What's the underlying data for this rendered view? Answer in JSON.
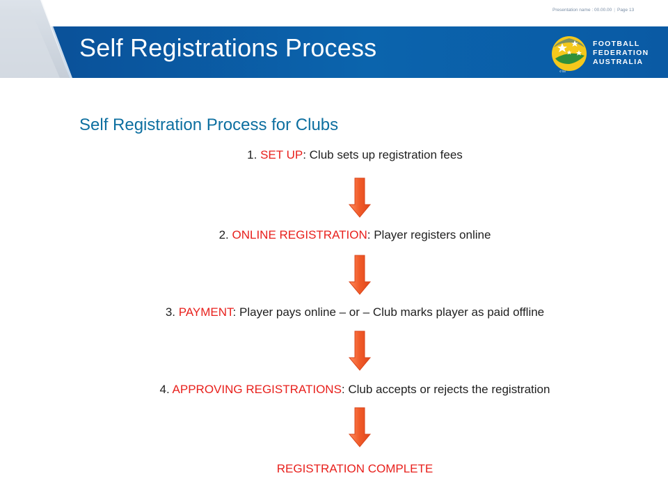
{
  "header": {
    "presentation_name": "Presentation name : 00.00.00",
    "page_label": "Page 13",
    "title": "Self Registrations Process"
  },
  "logo": {
    "line1": "FOOTBALL",
    "line2": "FEDERATION",
    "line3": "AUSTRALIA"
  },
  "subtitle": "Self Registration Process for Clubs",
  "steps": [
    {
      "number": "1.",
      "key": "SET UP",
      "description": ": Club sets up registration fees"
    },
    {
      "number": "2.",
      "key": "ONLINE REGISTRATION",
      "description": ":  Player registers online"
    },
    {
      "number": "3.",
      "key": "PAYMENT",
      "description": ": Player pays online – or – Club marks player as paid offline"
    },
    {
      "number": "4.",
      "key": "APPROVING REGISTRATIONS",
      "description": ":  Club accepts or rejects the registration"
    }
  ],
  "final_step": "REGISTRATION COMPLETE",
  "colors": {
    "banner_blue": "#0b5fa5",
    "accent_red": "#e8201c",
    "arrow_orange": "#f05a28",
    "subtitle_blue": "#0d6fa0"
  }
}
